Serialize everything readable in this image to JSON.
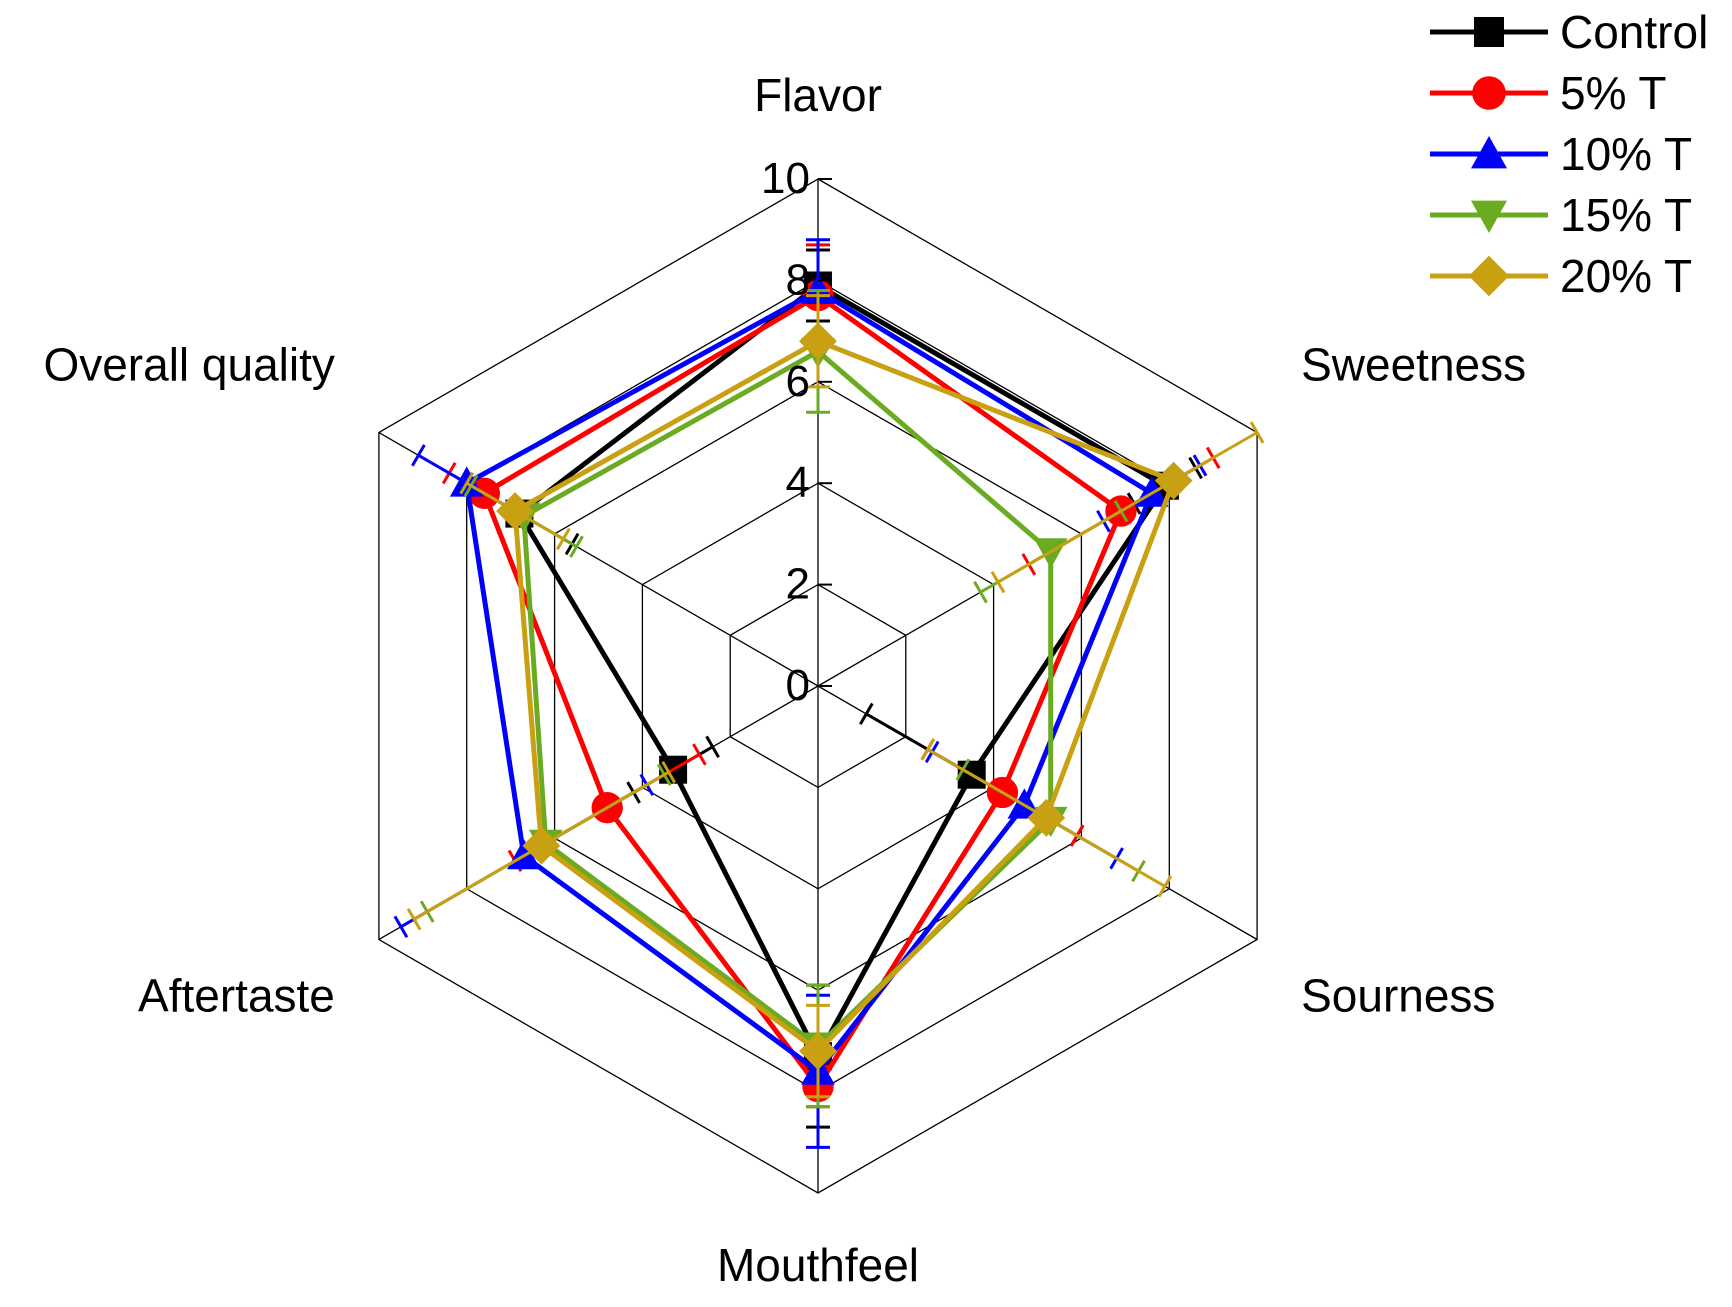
{
  "chart_data": {
    "type": "radar",
    "axes": [
      "Flavor",
      "Sweetness",
      "Sourness",
      "Mouthfeel",
      "Aftertaste",
      "Overall quality"
    ],
    "r_ticks": [
      "0",
      "2",
      "4",
      "6",
      "8",
      "10"
    ],
    "r_range": [
      0,
      10
    ],
    "grid": true,
    "legend_position": "top-right",
    "series": [
      {
        "name": "Control",
        "color": "#000000",
        "marker": "square",
        "values": [
          7.9,
          7.9,
          3.5,
          7.3,
          3.3,
          6.8
        ],
        "error": [
          0.7,
          0.7,
          2.4,
          1.4,
          0.9,
          1.2
        ]
      },
      {
        "name": "5% T",
        "color": "#ff0000",
        "marker": "circle",
        "values": [
          7.7,
          6.9,
          4.2,
          7.9,
          4.8,
          7.6
        ],
        "error": [
          1.0,
          2.1,
          1.7,
          0.4,
          2.1,
          0.8
        ]
      },
      {
        "name": "10% T",
        "color": "#0000ff",
        "marker": "triangle-up",
        "values": [
          7.8,
          7.6,
          4.7,
          7.6,
          6.7,
          8.0
        ],
        "error": [
          1.0,
          1.1,
          2.1,
          1.5,
          2.8,
          1.1
        ]
      },
      {
        "name": "15% T",
        "color": "#6aab22",
        "marker": "triangle-down",
        "values": [
          6.6,
          5.3,
          5.3,
          7.1,
          6.2,
          6.7
        ],
        "error": [
          1.2,
          1.6,
          2.0,
          1.2,
          2.7,
          1.2
        ]
      },
      {
        "name": "20% T",
        "color": "#c9a012",
        "marker": "diamond",
        "values": [
          6.8,
          8.1,
          5.2,
          7.2,
          6.3,
          6.9
        ],
        "error": [
          0.9,
          4.0,
          2.7,
          0.9,
          2.9,
          1.1
        ]
      }
    ]
  }
}
